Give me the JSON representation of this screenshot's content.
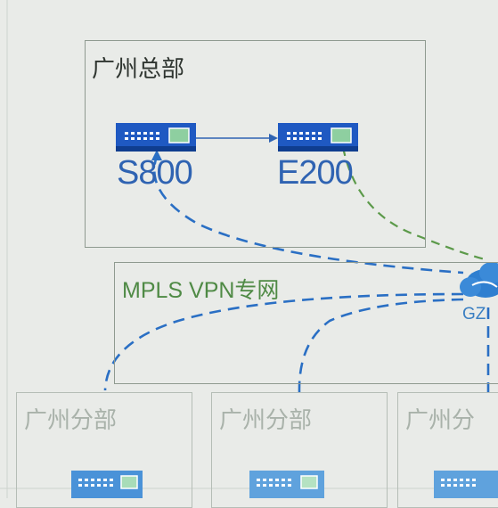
{
  "hq": {
    "title": "广州总部",
    "device_left": "S800",
    "device_right": "E200"
  },
  "mpls": {
    "title": "MPLS VPN专网"
  },
  "cloud": {
    "label": "GZ"
  },
  "branches": [
    {
      "title": "广州分部"
    },
    {
      "title": "广州分部"
    },
    {
      "title": "广州分"
    }
  ],
  "colors": {
    "device_blue": "#1f59c2",
    "device_dark": "#0f3d8f",
    "device_label": "#2f63b2",
    "dashed_blue": "#2a6fc4",
    "dashed_green": "#5c9a4a",
    "mpls_text": "#4f8a45",
    "branch_device": "#5fa2dd"
  },
  "icons": [
    "switch-icon",
    "router-icon",
    "cloud-icon",
    "arrow-icon"
  ]
}
